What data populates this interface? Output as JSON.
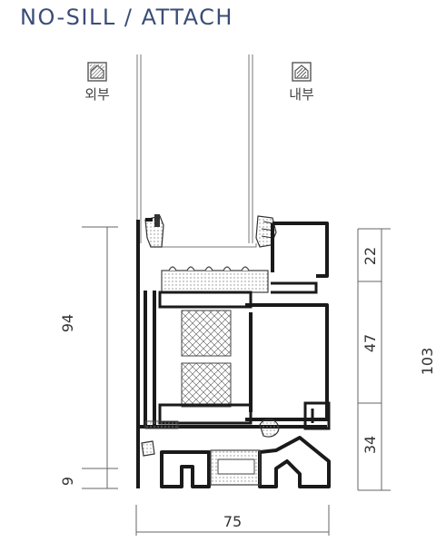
{
  "title": "NO-SILL / ATTACH",
  "legend": {
    "exterior": {
      "label": "외부",
      "icon": "exterior-house-icon"
    },
    "interior": {
      "label": "내부",
      "icon": "interior-house-icon"
    }
  },
  "dimensions": {
    "left_top": "94",
    "left_bottom": "9",
    "right_a": "22",
    "right_b": "47",
    "right_c": "34",
    "right_total": "103",
    "bottom_width": "75"
  },
  "colors": {
    "title": "#3a4d77",
    "profile": "#1a1a1a",
    "dimension_line": "#666666"
  }
}
